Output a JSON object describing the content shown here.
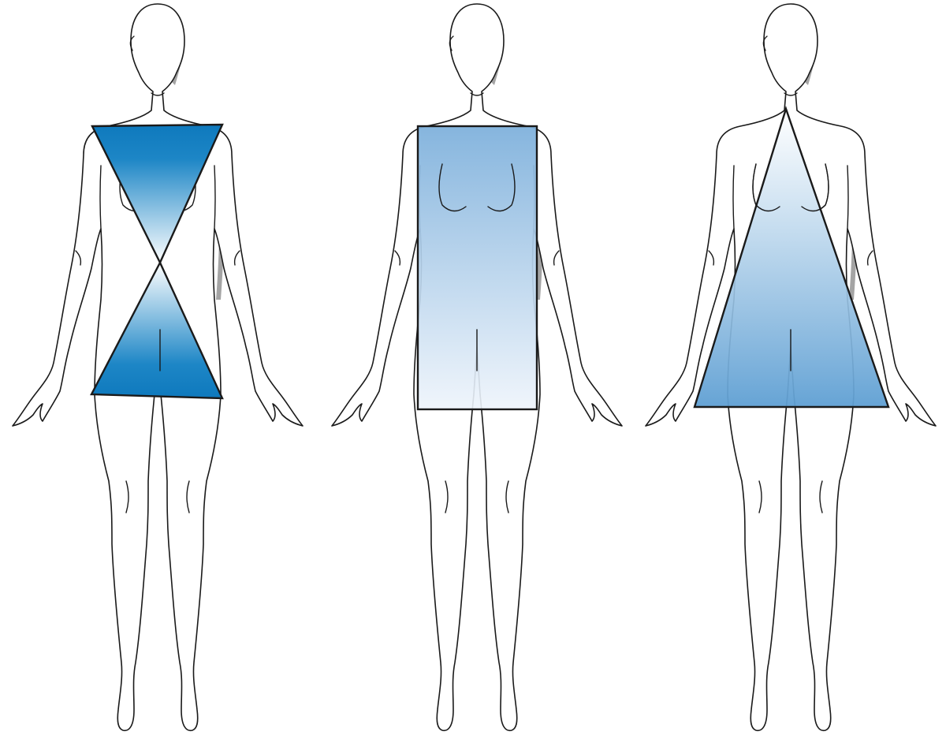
{
  "figure": {
    "title": "",
    "figures": [
      {
        "shape": "hourglass"
      },
      {
        "shape": "rectangle"
      },
      {
        "shape": "triangle"
      }
    ]
  },
  "colors": {
    "background": "#ffffff",
    "outline": "#1a1a1a",
    "shadow": "#5a5a5a",
    "blue_dark": "#0e79bd",
    "blue_mid": "#5ea6d8",
    "blue_light": "#ffffff",
    "rect_top": "#7fb1dc",
    "rect_bottom": "#eef4fb",
    "tri_top": "#ffffff",
    "tri_bottom": "#5e9fd3"
  }
}
